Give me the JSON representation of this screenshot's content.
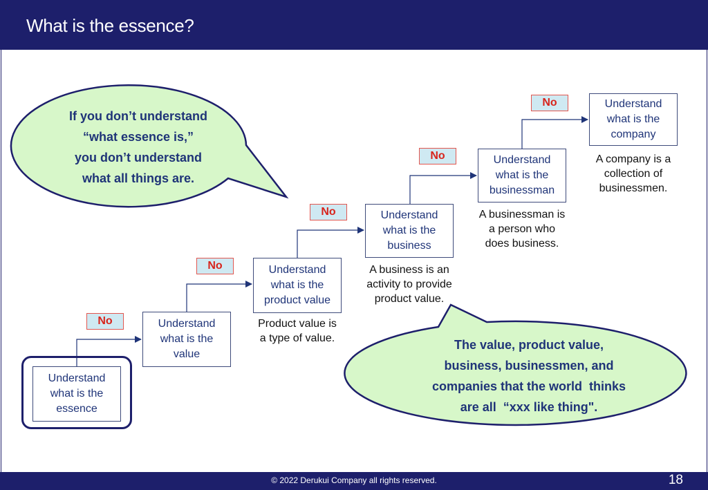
{
  "slide": {
    "title": "What is the essence?",
    "copyright": "© 2022 Derukui Company all rights reserved.",
    "page_number": "18"
  },
  "colors": {
    "header_bg": "#1d1f6b",
    "box_text": "#1f3478",
    "no_label_bg": "#cfe9f2",
    "no_label_border": "#e2564f",
    "no_label_text": "#d8241c",
    "bubble_fill": "#d7f7c9"
  },
  "steps": [
    {
      "lines": [
        "Understand",
        "what is the",
        "essence"
      ],
      "no_label": "No",
      "description": []
    },
    {
      "lines": [
        "Understand",
        "what is the",
        "value"
      ],
      "no_label": "No",
      "description": []
    },
    {
      "lines": [
        "Understand",
        "what is the",
        "product value"
      ],
      "no_label": "No",
      "description": [
        "Product value is",
        "a type of value."
      ]
    },
    {
      "lines": [
        "Understand",
        "what is the",
        "business"
      ],
      "no_label": "No",
      "description": [
        "A business is an",
        "activity to provide",
        "product value."
      ]
    },
    {
      "lines": [
        "Understand",
        "what is the",
        "businessman"
      ],
      "no_label": "No",
      "description": [
        "A businessman is",
        "a person who",
        "does business."
      ]
    },
    {
      "lines": [
        "Understand",
        "what is the",
        "company"
      ],
      "description": [
        "A company is a",
        "collection of",
        "businessmen."
      ]
    }
  ],
  "bubbles": {
    "top_left": [
      "If you don’t understand",
      "“what essence is,”",
      "you don’t understand",
      "what all things are."
    ],
    "bottom_right": [
      "The value, product value,",
      "business, businessmen, and",
      "companies that the world  thinks",
      "are all  “xxx like thing\"."
    ]
  }
}
